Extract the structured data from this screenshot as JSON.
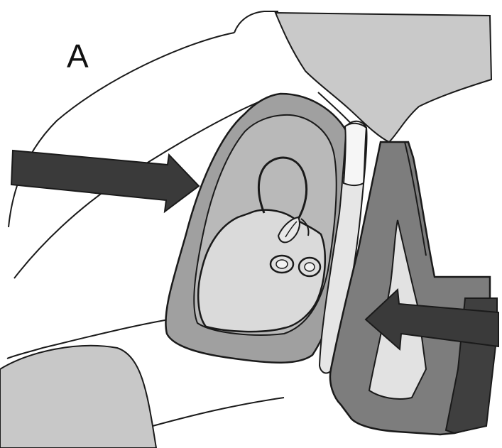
{
  "panel_label": "A",
  "colors": {
    "background": "#ffffff",
    "outline": "#1a1a1a",
    "tissue_light": "#f4f4f4",
    "shoulder_gray": "#c9c9c9",
    "sac_gray": "#9c9c9c",
    "inner_gray": "#b9b9b9",
    "heart_light": "#d6d6d6",
    "arrow_dark": "#3a3a3a",
    "strap_mid": "#7a7a7a",
    "strap_dark": "#3f3f3f",
    "pad_light": "#e4e4e4"
  },
  "shapes": {
    "arrows": [
      "left-arrow",
      "right-arrow"
    ],
    "structures": [
      "body-outline",
      "shoulder-region",
      "pericardial-sac",
      "heart",
      "vessel-rings",
      "elongated-pad",
      "support-strap"
    ]
  }
}
